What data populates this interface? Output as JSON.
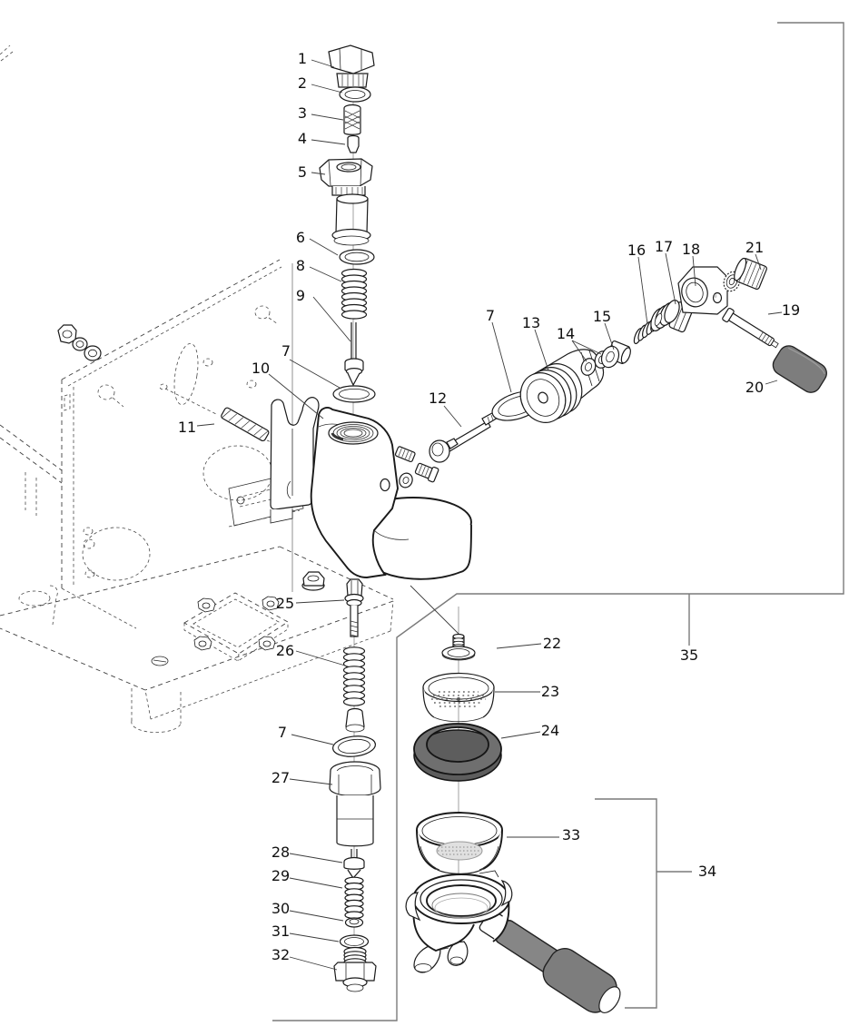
{
  "diagram": {
    "kind": "exploded-parts-diagram",
    "callouts": {
      "p1": "1",
      "p2": "2",
      "p3": "3",
      "p4": "4",
      "p5": "5",
      "p6": "6",
      "p7_upper": "7",
      "p7_mid": "7",
      "p7_lower": "7",
      "p8": "8",
      "p9": "9",
      "p10": "10",
      "p11": "11",
      "p12": "12",
      "p13": "13",
      "p14": "14",
      "p15": "15",
      "p16": "16",
      "p17": "17",
      "p18": "18",
      "p19": "19",
      "p20": "20",
      "p21": "21",
      "p22": "22",
      "p23": "23",
      "p24": "24",
      "p25": "25",
      "p26": "26",
      "p27": "27",
      "p28": "28",
      "p29": "29",
      "p30": "30",
      "p31": "31",
      "p32": "32",
      "p33": "33",
      "p34": "34",
      "p35": "35"
    },
    "colors": {
      "line": "#1a1a1a",
      "frame_dash": "#3f3f3f",
      "bracket": "#7a7a7a",
      "gasket_fill": "#6f6f6f",
      "handle_fill": "#868686",
      "knob_fill": "#7d7d7d",
      "mesh_fill": "#e0e0e0"
    }
  }
}
